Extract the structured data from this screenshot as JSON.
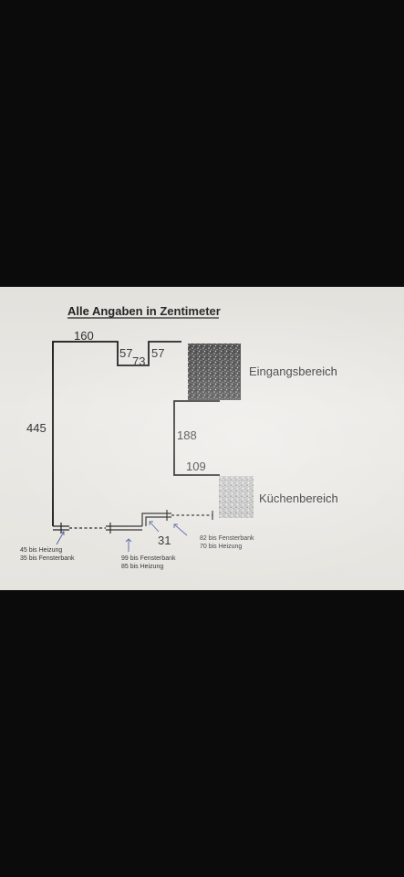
{
  "title": "Alle Angaben in Zentimeter",
  "dimensions": {
    "top_width": "160",
    "left_height": "445",
    "notch_left": "57",
    "notch_bottom": "73",
    "notch_right": "57",
    "right_height": "188",
    "right_step": "109",
    "bottom_step": "31"
  },
  "areas": {
    "entrance": "Eingangsbereich",
    "kitchen": "Küchenbereich"
  },
  "notes": {
    "left_window_line1": "45 bis Heizung",
    "left_window_line2": "35 bis Fensterbank",
    "middle_window_line1": "99 bis Fensterbank",
    "middle_window_line2": "85 bis Heizung",
    "right_window_line1": "82 bis Fensterbank",
    "right_window_line2": "70 bis Heizung"
  }
}
